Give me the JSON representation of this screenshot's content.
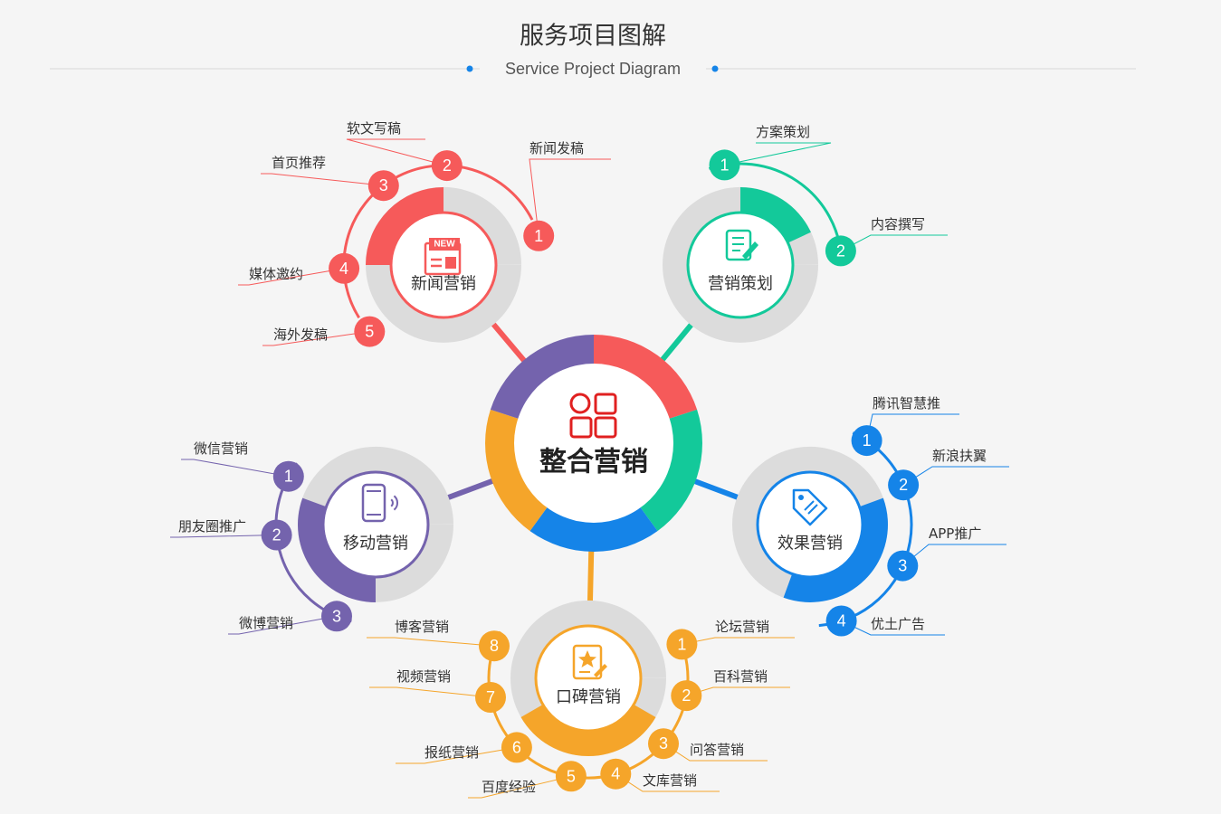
{
  "header": {
    "title": "服务项目图解",
    "subtitle": "Service Project Diagram"
  },
  "hub": {
    "label": "整合营销",
    "icon": "grid-blocks-icon",
    "colors": [
      "#f65a5a",
      "#13c99a",
      "#1584e8",
      "#f5a52a",
      "#7463ad"
    ]
  },
  "clusters": [
    {
      "id": "news",
      "label": "新闻营销",
      "icon": "newspaper-icon",
      "icon_text": "NEW",
      "color": "#f65a5a",
      "items": [
        {
          "num": "1",
          "label": "新闻发稿"
        },
        {
          "num": "2",
          "label": "软文写稿"
        },
        {
          "num": "3",
          "label": "首页推荐"
        },
        {
          "num": "4",
          "label": "媒体邀约"
        },
        {
          "num": "5",
          "label": "海外发稿"
        }
      ]
    },
    {
      "id": "planning",
      "label": "营销策划",
      "icon": "document-edit-icon",
      "color": "#13c99a",
      "items": [
        {
          "num": "1",
          "label": "方案策划"
        },
        {
          "num": "2",
          "label": "内容撰写"
        }
      ]
    },
    {
      "id": "effect",
      "label": "效果营销",
      "icon": "price-tag-icon",
      "color": "#1584e8",
      "items": [
        {
          "num": "1",
          "label": "腾讯智慧推"
        },
        {
          "num": "2",
          "label": "新浪扶翼"
        },
        {
          "num": "3",
          "label": "APP推广"
        },
        {
          "num": "4",
          "label": "优土广告"
        }
      ]
    },
    {
      "id": "reputation",
      "label": "口碑营销",
      "icon": "star-document-icon",
      "color": "#f5a52a",
      "items": [
        {
          "num": "1",
          "label": "论坛营销"
        },
        {
          "num": "2",
          "label": "百科营销"
        },
        {
          "num": "3",
          "label": "问答营销"
        },
        {
          "num": "4",
          "label": "文库营销"
        },
        {
          "num": "5",
          "label": "百度经验"
        },
        {
          "num": "6",
          "label": "报纸营销"
        },
        {
          "num": "7",
          "label": "视频营销"
        },
        {
          "num": "8",
          "label": "博客营销"
        }
      ]
    },
    {
      "id": "mobile",
      "label": "移动营销",
      "icon": "mobile-phone-icon",
      "color": "#7463ad",
      "items": [
        {
          "num": "1",
          "label": "微信营销"
        },
        {
          "num": "2",
          "label": "朋友圈推广"
        },
        {
          "num": "3",
          "label": "微博营销"
        }
      ]
    }
  ]
}
